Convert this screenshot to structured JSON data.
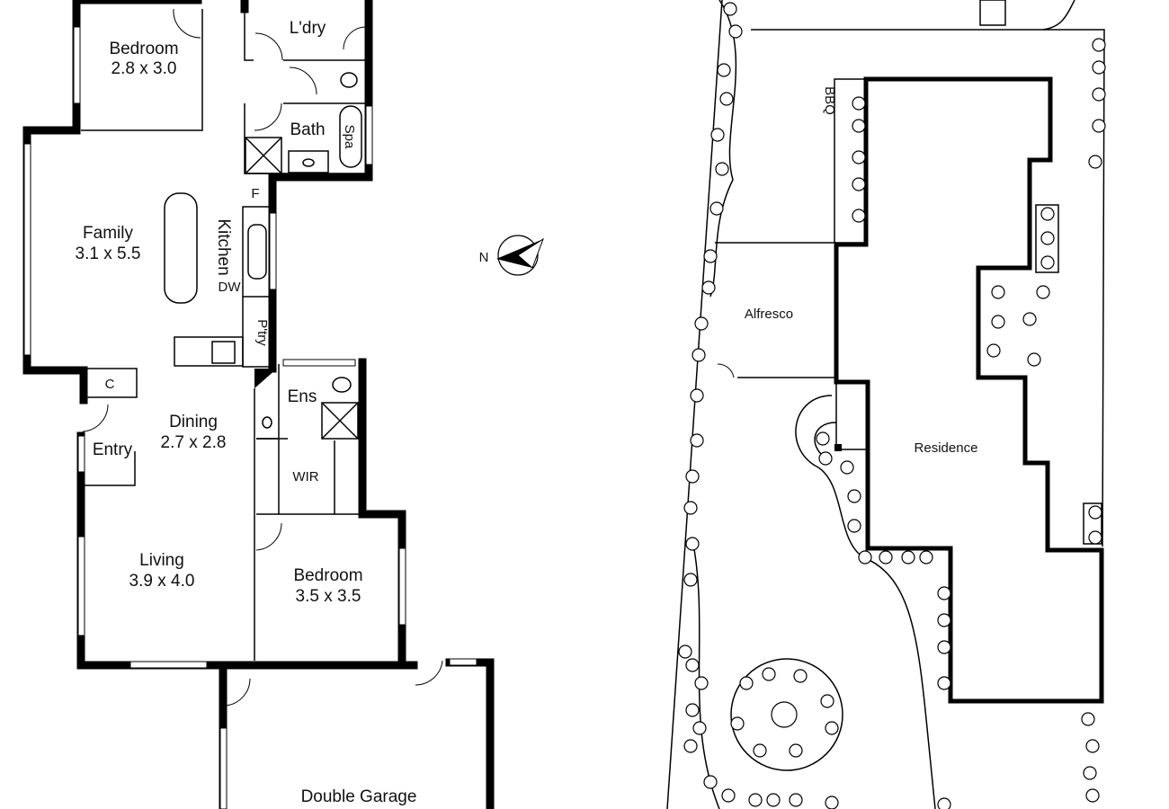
{
  "floor_plan": {
    "rooms": [
      {
        "name": "Bedroom",
        "size": "2.8 x 3.0"
      },
      {
        "name": "L'dry"
      },
      {
        "name": "Bath"
      },
      {
        "name": "Spa"
      },
      {
        "name": "Family",
        "size": "3.1 x 5.5"
      },
      {
        "name": "Kitchen"
      },
      {
        "name": "F"
      },
      {
        "name": "DW"
      },
      {
        "name": "P'try"
      },
      {
        "name": "C"
      },
      {
        "name": "Dining",
        "size": "2.7 x 2.8"
      },
      {
        "name": "Entry"
      },
      {
        "name": "Ens"
      },
      {
        "name": "WIR"
      },
      {
        "name": "Living",
        "size": "3.9 x 4.0"
      },
      {
        "name": "Bedroom",
        "size": "3.5 x 3.5"
      },
      {
        "name": "Double Garage"
      }
    ]
  },
  "compass": {
    "label": "N"
  },
  "site_plan": {
    "areas": [
      {
        "name": "BBQ"
      },
      {
        "name": "Alfresco"
      },
      {
        "name": "Residence"
      }
    ]
  }
}
